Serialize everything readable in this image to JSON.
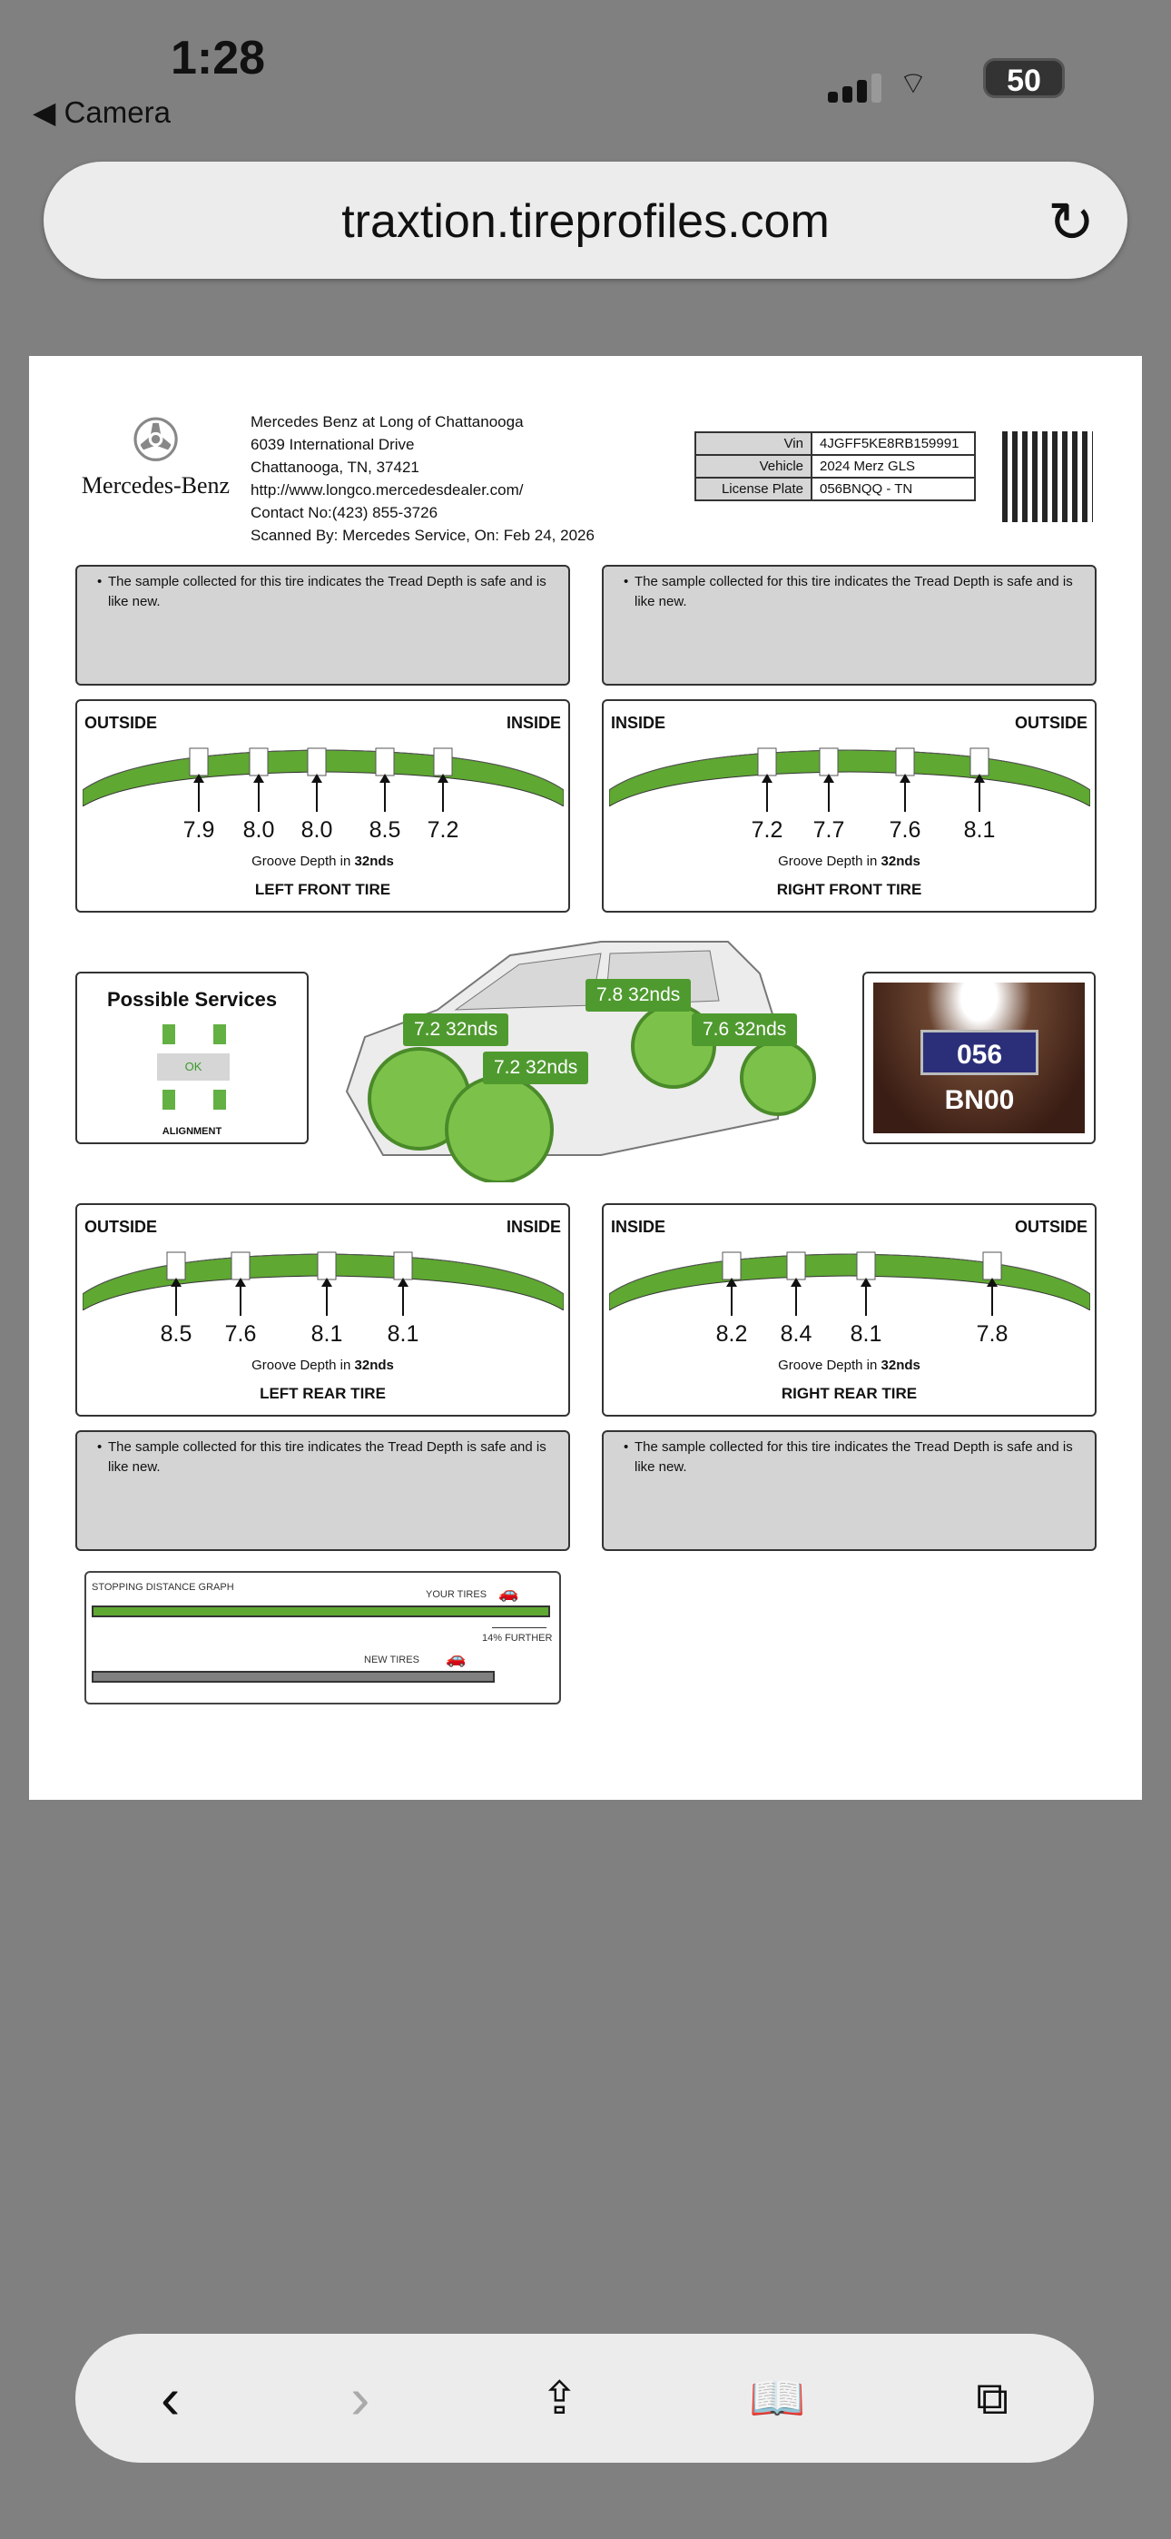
{
  "status": {
    "time": "1:28",
    "back_app": "◀ Camera",
    "battery": "50"
  },
  "browser": {
    "url": "traxtion.tireprofiles.com"
  },
  "dealer": {
    "brand": "Mercedes-Benz",
    "name": "Mercedes Benz at Long of Chattanooga",
    "street": "6039 International Drive",
    "city": "Chattanooga, TN, 37421",
    "website": "http://www.longco.mercedesdealer.com/",
    "contact": "Contact No:(423) 855-3726",
    "scanned": "Scanned By: Mercedes Service, On: Feb 24, 2026"
  },
  "vehicle_info": [
    {
      "k": "Vin",
      "v": "4JGFF5KE8RB159991"
    },
    {
      "k": "Vehicle",
      "v": "2024 Merz GLS"
    },
    {
      "k": "License Plate",
      "v": "056BNQQ - TN"
    }
  ],
  "comment": "The sample collected for this tire indicates the Tread Depth is safe and is like new.",
  "groove_prefix": "Groove Depth in ",
  "groove_unit": "32nds",
  "tires": {
    "lf": {
      "name": "LEFT FRONT TIRE",
      "left": "OUTSIDE",
      "right": "INSIDE",
      "values": [
        "7.9",
        "8.0",
        "8.0",
        "8.5",
        "7.2"
      ]
    },
    "rf": {
      "name": "RIGHT FRONT TIRE",
      "left": "INSIDE",
      "right": "OUTSIDE",
      "values": [
        "7.2",
        "7.7",
        "7.6",
        "8.1"
      ]
    },
    "lr": {
      "name": "LEFT REAR TIRE",
      "left": "OUTSIDE",
      "right": "INSIDE",
      "values": [
        "8.5",
        "7.6",
        "8.1",
        "8.1"
      ]
    },
    "rr": {
      "name": "RIGHT REAR TIRE",
      "left": "INSIDE",
      "right": "OUTSIDE",
      "values": [
        "8.2",
        "8.4",
        "8.1",
        "7.8"
      ]
    }
  },
  "services": {
    "title": "Possible Services",
    "status": "OK",
    "label": "ALIGNMENT"
  },
  "car_badges": {
    "lf": "7.2 32nds",
    "rf": "7.2 32nds",
    "lr": "7.8 32nds",
    "rr": "7.6 32nds"
  },
  "plate_photo": "056 BN00",
  "stopping": {
    "title": "STOPPING DISTANCE GRAPH",
    "yours": "YOUR TIRES",
    "new": "NEW TIRES",
    "diff": "14% FURTHER",
    "your_pct": 100,
    "new_pct": 88
  },
  "colors": {
    "green": "#5fa832",
    "gray": "#808080"
  }
}
